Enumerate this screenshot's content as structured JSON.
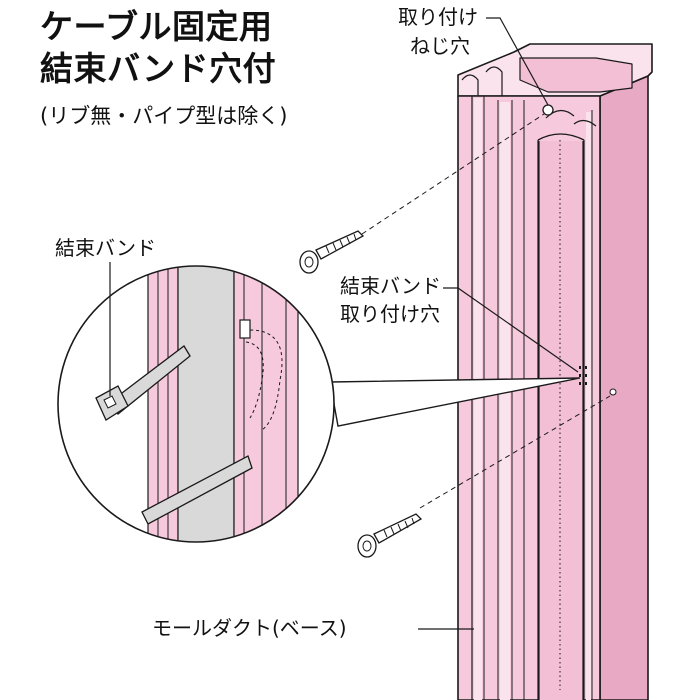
{
  "title": {
    "line1": "ケーブル固定用",
    "line2": "結束バンド穴付",
    "note": "(リブ無・パイプ型は除く)"
  },
  "labels": {
    "screw_hole_line1": "取り付け",
    "screw_hole_line2": "ねじ穴",
    "tie_hole_line1": "結束バンド",
    "tie_hole_line2": "取り付け穴",
    "cable_tie": "結束バンド",
    "duct_base": "モールダクト(ベース)"
  },
  "colors": {
    "duct_fill": "#f6c9dc",
    "duct_light": "#fbe3ee",
    "duct_shade": "#e8a9c5",
    "outline": "#1a1a1a",
    "groove_fill": "#d9d9d9"
  },
  "icons": {
    "screw_upper": "screw-icon",
    "screw_lower": "screw-icon",
    "cable_tie": "cable-tie-icon"
  }
}
